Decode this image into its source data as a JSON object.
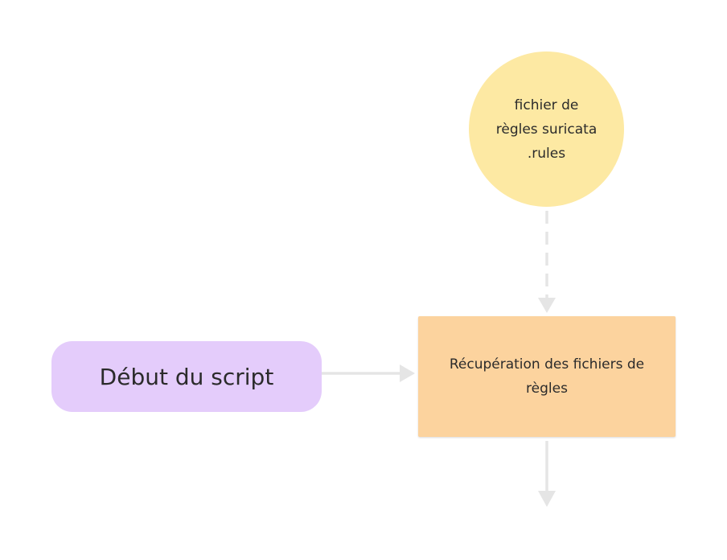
{
  "colors": {
    "file_node": "#fde9a3",
    "start_node": "#e4ccfb",
    "process_node": "#fcd39e",
    "connector": "#e5e5e5",
    "text": "#2b2b2b"
  },
  "nodes": {
    "rules_file": {
      "shape": "circle",
      "lines": [
        "fichier de",
        "règles suricata",
        ".rules"
      ]
    },
    "start": {
      "shape": "rounded-rectangle",
      "label": "Début du script"
    },
    "fetch_rules": {
      "shape": "rectangle",
      "lines": [
        "Récupération des fichiers de",
        "règles"
      ]
    }
  },
  "edges": [
    {
      "from": "rules_file",
      "to": "fetch_rules",
      "style": "dashed"
    },
    {
      "from": "start",
      "to": "fetch_rules",
      "style": "solid"
    },
    {
      "from": "fetch_rules",
      "to": "next",
      "style": "solid"
    }
  ]
}
